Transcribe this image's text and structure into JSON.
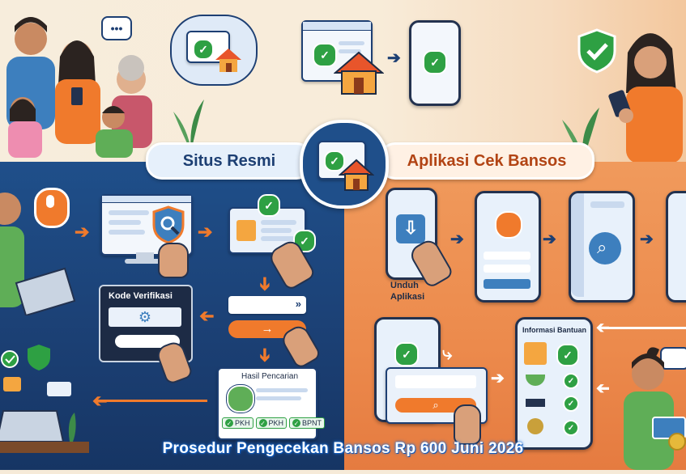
{
  "header": {
    "left_label": "Situs Resmi",
    "right_label": "Aplikasi Cek Bansos"
  },
  "left_flow": {
    "verification_title": "Kode Verifikasi",
    "result_title": "Hasil Pencarian",
    "result_tags": [
      "PKH",
      "PKH",
      "BPNT"
    ]
  },
  "right_flow": {
    "download_label": "Unduh Aplikasi",
    "info_title": "Informasi Bantuan"
  },
  "footer": {
    "title": "Prosedur Pengecekan Bansos Rp 600 Juni 2026"
  },
  "colors": {
    "left_panel": "#1f4f8a",
    "right_panel": "#ec8a4c",
    "accent_orange": "#f07a2c",
    "check_green": "#2ea043"
  },
  "icons": [
    "check-icon",
    "house-icon",
    "shield-icon",
    "mouse-icon",
    "laptop-icon",
    "gear-icon",
    "search-icon",
    "download-icon",
    "user-icon",
    "chat-icon",
    "arrow-icon",
    "money-bag-icon",
    "graduation-cap-icon",
    "food-bowl-icon"
  ]
}
